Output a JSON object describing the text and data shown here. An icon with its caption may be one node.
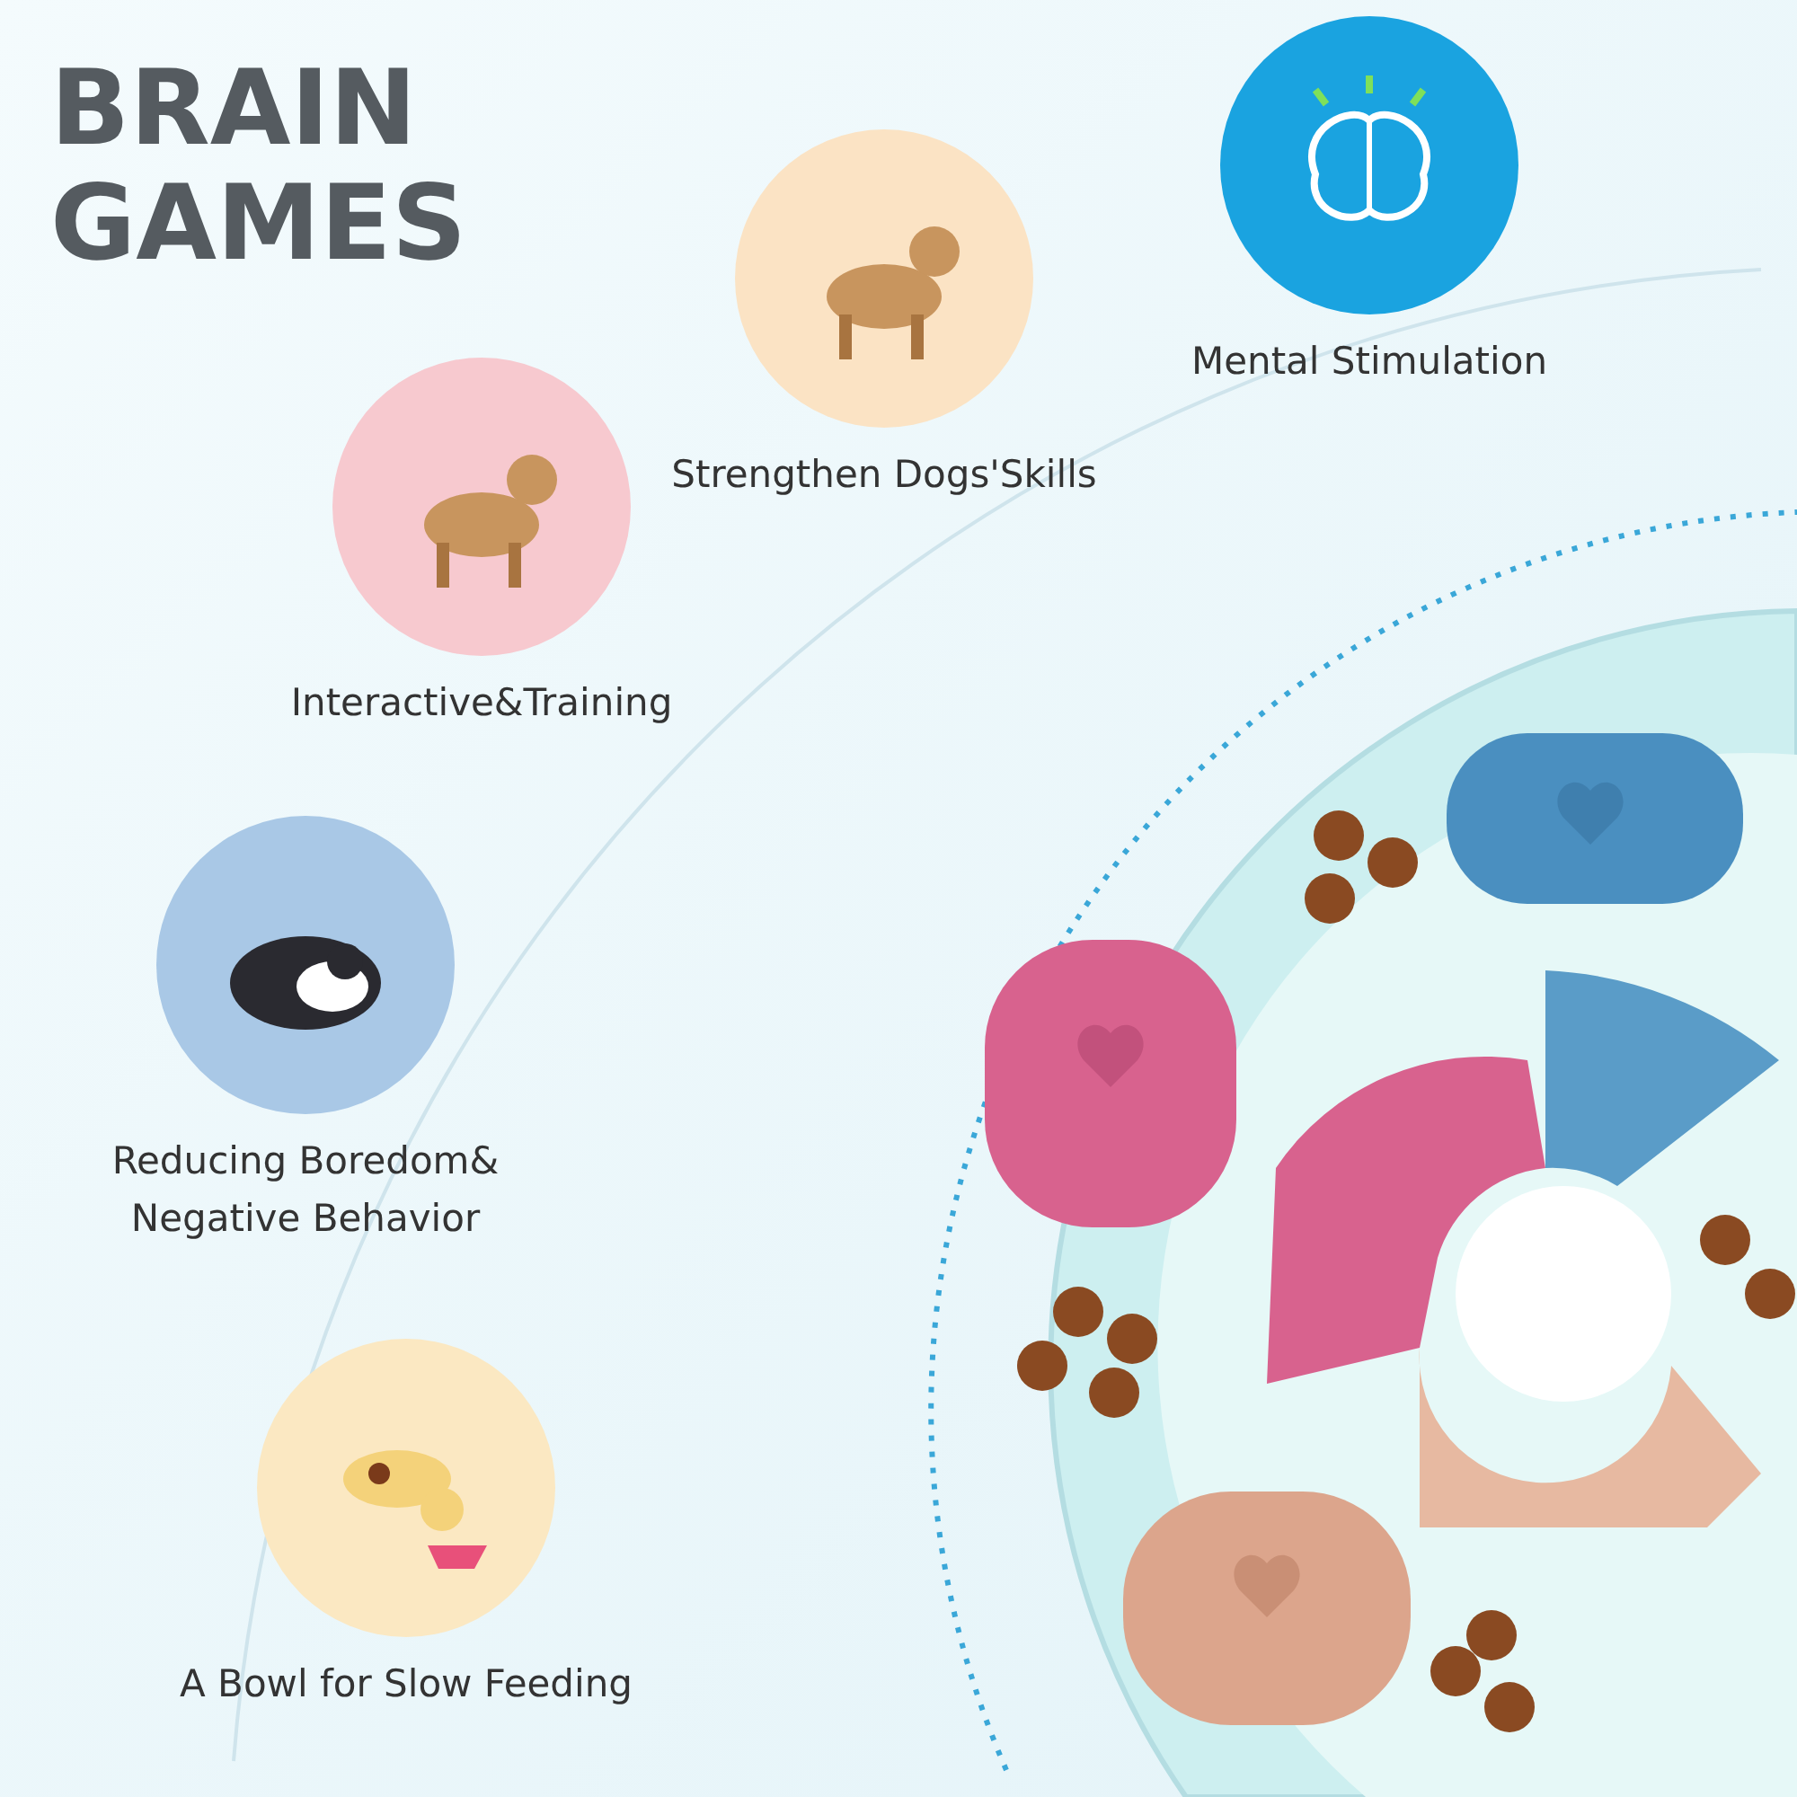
{
  "diagram": {
    "title": "BRAIN GAMES",
    "nodes": [
      {
        "text": [
          "Strengthen Dogs'Skills"
        ]
      },
      {
        "text": [
          "Mental Stimulation"
        ]
      },
      {
        "text": [
          "Interactive&Training"
        ]
      },
      {
        "text": [
          "Reducing Boredom& Negative Behavior"
        ]
      },
      {
        "text": [
          "A Bowl for Slow Feeding"
        ]
      }
    ]
  }
}
